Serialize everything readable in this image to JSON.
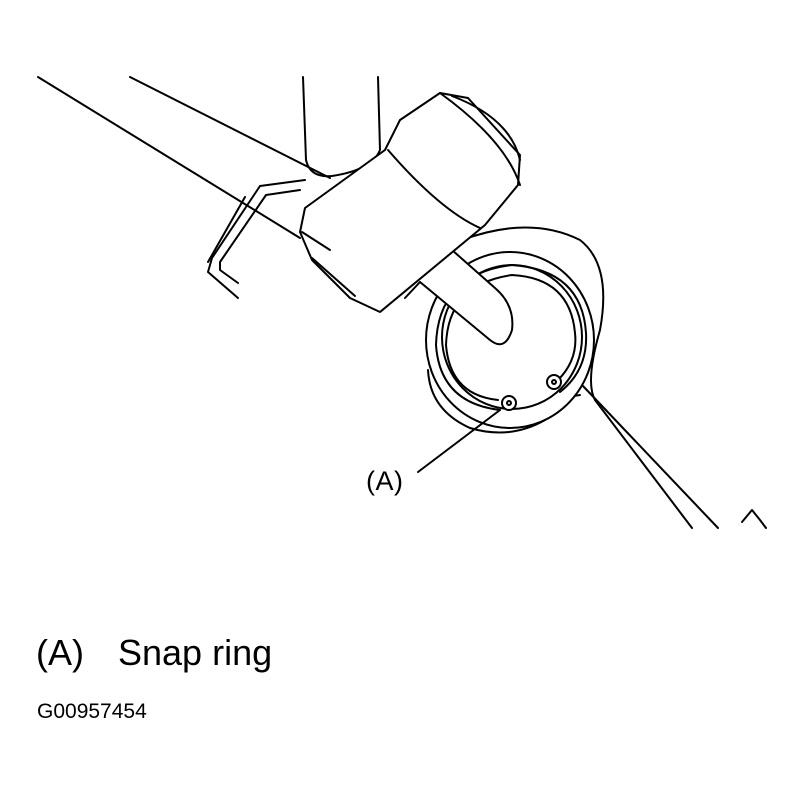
{
  "callout": {
    "label": "(A)"
  },
  "legend": [
    {
      "key": "(A)",
      "text": "Snap ring"
    }
  ],
  "figure_id": "G00957454",
  "colors": {
    "line": "#000000",
    "background": "#ffffff"
  }
}
